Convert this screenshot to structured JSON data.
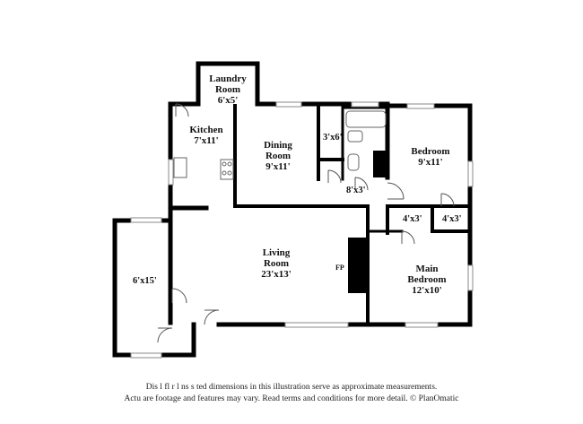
{
  "rooms": {
    "laundry": {
      "name1": "Laundry",
      "name2": "Room",
      "dim": "6'x5'"
    },
    "kitchen": {
      "name": "Kitchen",
      "dim": "7'x11'"
    },
    "dining": {
      "name1": "Dining",
      "name2": "Room",
      "dim": "9'x11'"
    },
    "closet_3x6": {
      "dim": "3'x6'"
    },
    "bedroom": {
      "name": "Bedroom",
      "dim": "9'x11'"
    },
    "hall_8x3": {
      "dim": "8'x3'"
    },
    "closet_left_4x3": {
      "dim": "4'x3'"
    },
    "closet_right_4x3": {
      "dim": "4'x3'"
    },
    "living": {
      "name1": "Living",
      "name2": "Room",
      "dim": "23'x13'"
    },
    "porch": {
      "dim": "6'x15'"
    },
    "main_bedroom": {
      "name1": "Main",
      "name2": "Bedroom",
      "dim": "12'x10'"
    },
    "fireplace": {
      "label": "FP"
    }
  },
  "disclaimer": {
    "line1": "Dis      l  fl  r  l  ns  s  ted dimensions in this illustration serve as approximate measurements.",
    "line2": "Actu    are footage and features may vary. Read terms and conditions for more detail. © PlanOmatic"
  }
}
